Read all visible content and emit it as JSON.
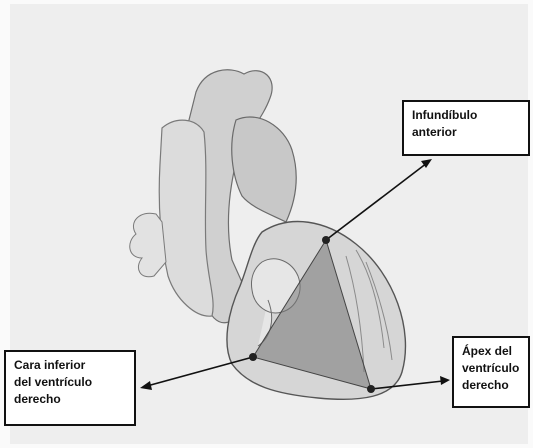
{
  "labels": {
    "infundibulo": [
      "Infundíbulo",
      "anterior"
    ],
    "cara_inferior": [
      "Cara inferior",
      "del ventrículo",
      "derecho"
    ],
    "apex": [
      "Ápex del",
      "ventrículo",
      "derecho"
    ]
  },
  "colors": {
    "background": "#eeeeee",
    "heart_tissue": "#d6d6d6",
    "vessel_shade": "#c4c4c4",
    "triangle": "#777777",
    "marker": "#222222",
    "border": "#111111"
  }
}
